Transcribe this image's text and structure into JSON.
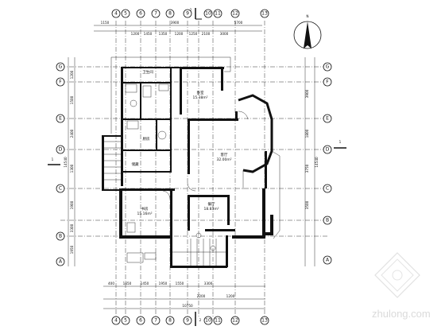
{
  "plan": {
    "section_marks": [
      {
        "label": "2",
        "side": "top"
      },
      {
        "label": "2",
        "side": "bottom"
      },
      {
        "label": "1",
        "side": "right"
      },
      {
        "label": "1",
        "side": "left"
      }
    ],
    "axes_top": [
      {
        "label": "4"
      },
      {
        "label": "5"
      },
      {
        "label": "6"
      },
      {
        "label": "7"
      },
      {
        "label": "8"
      },
      {
        "label": "9"
      },
      {
        "label": "10"
      },
      {
        "label": "11"
      },
      {
        "label": "12"
      },
      {
        "label": "13"
      }
    ],
    "axes_bottom": [
      {
        "label": "4"
      },
      {
        "label": "5"
      },
      {
        "label": "6"
      },
      {
        "label": "7"
      },
      {
        "label": "8"
      },
      {
        "label": "9"
      },
      {
        "label": "10"
      },
      {
        "label": "11"
      },
      {
        "label": "12"
      },
      {
        "label": "13"
      }
    ],
    "axes_left": [
      {
        "label": "G"
      },
      {
        "label": "F"
      },
      {
        "label": "E"
      },
      {
        "label": "D"
      },
      {
        "label": "C"
      },
      {
        "label": "B"
      },
      {
        "label": "A"
      }
    ],
    "axes_right": [
      {
        "label": "G"
      },
      {
        "label": "F"
      },
      {
        "label": "E"
      },
      {
        "label": "D"
      },
      {
        "label": "C"
      },
      {
        "label": "B"
      },
      {
        "label": "A"
      }
    ],
    "dims_top_outer": [
      "1150",
      "3900",
      "5700"
    ],
    "dims_top_inner": [
      "1200",
      "1450",
      "1350",
      "1200",
      "1250",
      "2100",
      "3000"
    ],
    "dims_bottom_outer": [
      "10750"
    ],
    "dims_bottom_inner": [
      "400",
      "1650",
      "1450",
      "1950",
      "1550",
      "3300"
    ],
    "dims_bottom_inner2": [
      "2200",
      "1200"
    ],
    "dims_left_outer": [
      "14540"
    ],
    "dims_left_inner": [
      "1200",
      "1500",
      "2400",
      "1300",
      "1900",
      "3300",
      "1950"
    ],
    "dims_right_outer": [
      "14540"
    ],
    "dims_right_inner": [
      "3900",
      "1800",
      "3750",
      "3500"
    ],
    "room_labels": [
      "卧室",
      "15.38m²",
      "客厅",
      "32.00m²",
      "餐厅",
      "18.83m²",
      "书房",
      "15.16m²",
      "卫生间",
      "厨房",
      "储藏"
    ],
    "north_arrow": "N",
    "watermark": "zhulong.com"
  }
}
